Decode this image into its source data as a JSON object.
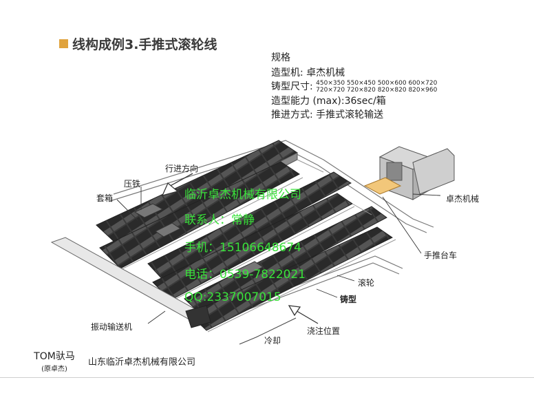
{
  "title": "线构成例3.手推式滚轮线",
  "spec": {
    "heading": "规格",
    "machine": "造型机: 卓杰机械",
    "size_label": "铸型尺寸:",
    "size_row1": "450×350   550×450   500×600   600×720",
    "size_row2": "720×720   720×820   820×820   820×960",
    "capacity": "造型能力 (max):36sec/箱",
    "drive": "推进方式: 手推式滚轮输送"
  },
  "labels": {
    "direction": "行进方向",
    "weight": "压铁",
    "flask": "套箱",
    "machine": "卓杰机械",
    "cart": "手推台车",
    "roller": "滚轮",
    "mold": "铸型",
    "conveyor": "振动输送机",
    "cooling": "冷却",
    "pouring": "浇注位置"
  },
  "contact": {
    "company": "临沂卓杰机械有限公司",
    "person": "联系人：常静",
    "mobile": "手机：15106648674",
    "phone": "电话：0539-7822021",
    "qq": "QQ:2337007015"
  },
  "brand": {
    "name": "TOM驮马",
    "sub": "(原卓杰)"
  },
  "footer": "山东临沂卓杰机械有限公司"
}
